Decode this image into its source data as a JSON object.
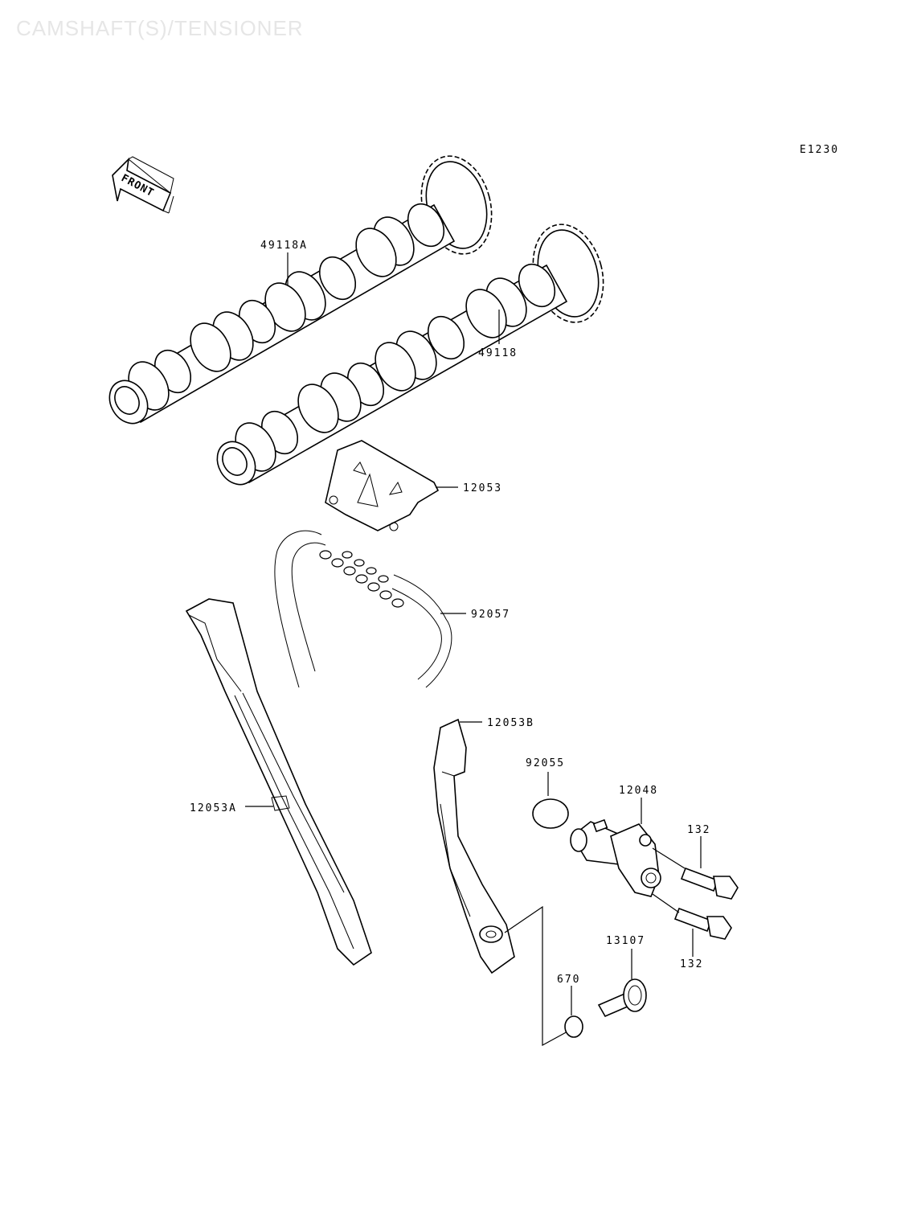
{
  "watermark": "CAMSHAFT(S)/TENSIONER",
  "diagram_code": "E1230",
  "front_marker": "FRONT",
  "callouts": {
    "intake_camshaft": "49118A",
    "exhaust_camshaft": "49118",
    "chain_guide_upper": "12053",
    "cam_chain": "92057",
    "chain_guide_front": "12053A",
    "tensioner_guide": "12053B",
    "tensioner_oring": "92055",
    "chain_tensioner": "12048",
    "bolt_upper": "132",
    "bolt_lower": "132",
    "pivot_bolt": "13107",
    "pivot_oring": "670"
  }
}
